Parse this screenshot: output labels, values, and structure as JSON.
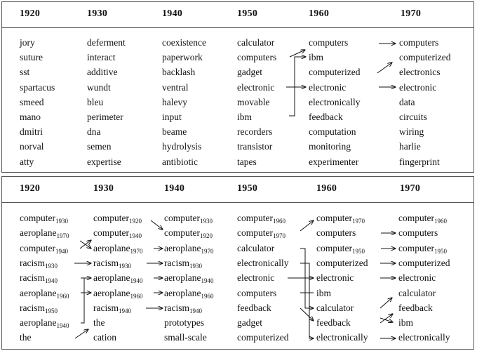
{
  "panels": [
    {
      "years": [
        "1920",
        "1930",
        "1940",
        "1950",
        "1960",
        "1970"
      ],
      "columns": [
        [
          {
            "w": "jory"
          },
          {
            "w": "suture"
          },
          {
            "w": "sst"
          },
          {
            "w": "spartacus"
          },
          {
            "w": "smeed"
          },
          {
            "w": "mano"
          },
          {
            "w": "dmitri"
          },
          {
            "w": "norval"
          },
          {
            "w": "atty"
          }
        ],
        [
          {
            "w": "deferment"
          },
          {
            "w": "interact"
          },
          {
            "w": "additive"
          },
          {
            "w": "wundt"
          },
          {
            "w": "bleu"
          },
          {
            "w": "perimeter"
          },
          {
            "w": "dna"
          },
          {
            "w": "semen"
          },
          {
            "w": "expertise"
          }
        ],
        [
          {
            "w": "coexistence"
          },
          {
            "w": "paperwork"
          },
          {
            "w": "backlash"
          },
          {
            "w": "ventral"
          },
          {
            "w": "halevy"
          },
          {
            "w": "input"
          },
          {
            "w": "beame"
          },
          {
            "w": "hydrolysis"
          },
          {
            "w": "antibiotic"
          }
        ],
        [
          {
            "w": "calculator"
          },
          {
            "w": "computers"
          },
          {
            "w": "gadget"
          },
          {
            "w": "electronic"
          },
          {
            "w": "movable"
          },
          {
            "w": "ibm"
          },
          {
            "w": "recorders"
          },
          {
            "w": "transistor"
          },
          {
            "w": "tapes"
          }
        ],
        [
          {
            "w": "computers"
          },
          {
            "w": "ibm"
          },
          {
            "w": "computerized"
          },
          {
            "w": "electronic"
          },
          {
            "w": "electronically"
          },
          {
            "w": "feedback"
          },
          {
            "w": "computation"
          },
          {
            "w": "monitoring"
          },
          {
            "w": "experimenter"
          }
        ],
        [
          {
            "w": "computers"
          },
          {
            "w": "computerized"
          },
          {
            "w": "electronics"
          },
          {
            "w": "electronic"
          },
          {
            "w": "data"
          },
          {
            "w": "circuits"
          },
          {
            "w": "wiring"
          },
          {
            "w": "harlie"
          },
          {
            "w": "fingerprint"
          }
        ]
      ]
    },
    {
      "years": [
        "1920",
        "1930",
        "1940",
        "1950",
        "1960",
        "1970"
      ],
      "columns": [
        [
          {
            "w": "computer",
            "s": "1930"
          },
          {
            "w": "aeroplane",
            "s": "1970"
          },
          {
            "w": "computer",
            "s": "1940"
          },
          {
            "w": "racism",
            "s": "1930"
          },
          {
            "w": "racism",
            "s": "1940"
          },
          {
            "w": "aeroplane",
            "s": "1960"
          },
          {
            "w": "racism",
            "s": "1950"
          },
          {
            "w": "aeroplane",
            "s": "1940"
          },
          {
            "w": "the"
          }
        ],
        [
          {
            "w": "computer",
            "s": "1920"
          },
          {
            "w": "computer",
            "s": "1940"
          },
          {
            "w": "aeroplane",
            "s": "1970"
          },
          {
            "w": "racism",
            "s": "1930"
          },
          {
            "w": "aeroplane",
            "s": "1940"
          },
          {
            "w": "aeroplane",
            "s": "1960"
          },
          {
            "w": "racism",
            "s": "1940"
          },
          {
            "w": "the"
          },
          {
            "w": "cation"
          }
        ],
        [
          {
            "w": "computer",
            "s": "1930"
          },
          {
            "w": "computer",
            "s": "1920"
          },
          {
            "w": "aeroplane",
            "s": "1970"
          },
          {
            "w": "racism",
            "s": "1930"
          },
          {
            "w": "aeroplane",
            "s": "1940"
          },
          {
            "w": "aeroplane",
            "s": "1960"
          },
          {
            "w": "racism",
            "s": "1940"
          },
          {
            "w": "prototypes"
          },
          {
            "w": "small-scale"
          }
        ],
        [
          {
            "w": "computer",
            "s": "1960"
          },
          {
            "w": "computer",
            "s": "1970"
          },
          {
            "w": "calculator"
          },
          {
            "w": "electronically"
          },
          {
            "w": "electronic"
          },
          {
            "w": "computers"
          },
          {
            "w": "feedback"
          },
          {
            "w": "gadget"
          },
          {
            "w": "computerized"
          }
        ],
        [
          {
            "w": "computer",
            "s": "1970"
          },
          {
            "w": "computers"
          },
          {
            "w": "computer",
            "s": "1950"
          },
          {
            "w": "computerized"
          },
          {
            "w": "electronic"
          },
          {
            "w": "ibm"
          },
          {
            "w": "calculator"
          },
          {
            "w": "feedback"
          },
          {
            "w": "electronically"
          }
        ],
        [
          {
            "w": "computer",
            "s": "1960"
          },
          {
            "w": "computers"
          },
          {
            "w": "computer",
            "s": "1950"
          },
          {
            "w": "computerized"
          },
          {
            "w": "electronic"
          },
          {
            "w": "calculator"
          },
          {
            "w": "feedback"
          },
          {
            "w": "ibm"
          },
          {
            "w": "electronically"
          }
        ]
      ]
    }
  ]
}
